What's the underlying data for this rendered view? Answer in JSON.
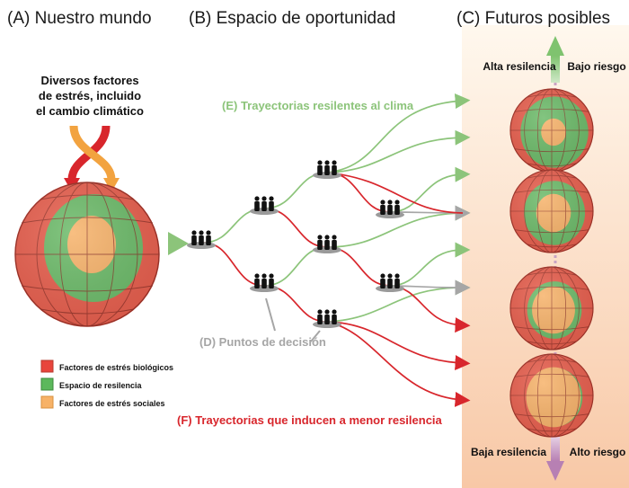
{
  "headers": {
    "a": "(A) Nuestro mundo",
    "b": "(B) Espacio de oportunidad",
    "c": "(C) Futuros posibles"
  },
  "stressors_text": [
    "Diversos factores",
    "de estrés, incluido",
    "el cambio climático"
  ],
  "labels": {
    "resilient": "(E) Trayectorias resilentes al clima",
    "decision": "(D) Puntos de decisión",
    "low": "(F) Trayectorias que inducen a menor resilencia",
    "high_res": "Alta resilencia",
    "low_risk": "Bajo riesgo",
    "low_res": "Baja resilencia",
    "high_risk": "Alto riesgo"
  },
  "legend": [
    {
      "label": "Factores de estrés biológicos",
      "color": "#e8453c"
    },
    {
      "label": "Espacio de resilencia",
      "color": "#5cb85c"
    },
    {
      "label": "Factores de estrés sociales",
      "color": "#f7b267"
    }
  ],
  "colors": {
    "green_path": "#8cc47a",
    "red_path": "#d8262c",
    "grey_path": "#a6a6a6",
    "globe_outer": "#e8604f",
    "globe_mid": "#6dbb6a",
    "globe_inner": "#f7b36b",
    "gradient_top": "#fff6ea",
    "gradient_bottom": "#f9cfae"
  },
  "futures": [
    {
      "level": "alta",
      "inner_ratio": 0.3,
      "mid_ratio": 0.82
    },
    {
      "level": "media-alta",
      "inner_ratio": 0.42,
      "mid_ratio": 0.74
    },
    {
      "level": "media-baja",
      "inner_ratio": 0.52,
      "mid_ratio": 0.66
    },
    {
      "level": "baja",
      "inner_ratio": 0.66,
      "mid_ratio": 0.68
    }
  ]
}
